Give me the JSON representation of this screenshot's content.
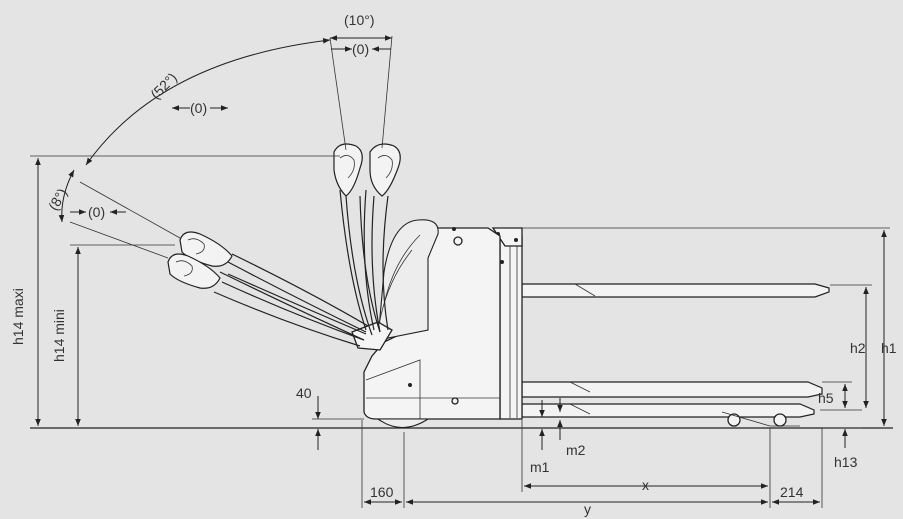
{
  "labels": {
    "angle_tiller_top": "(10°)",
    "angle_swing": "(52°)",
    "angle_tiller_low": "(8°)",
    "zero_top": "(0)",
    "zero_arc": "(0)",
    "zero_low": "(0)",
    "h14_maxi": "h14 maxi",
    "h14_mini": "h14 mini",
    "ground_clearance": "40",
    "h2": "h2",
    "h1": "h1",
    "h5": "h5",
    "h13": "h13",
    "m1": "m1",
    "m2": "m2",
    "x": "x",
    "y": "y",
    "rear_overhang": "160",
    "fork_tip": "214"
  },
  "colors": {
    "background": "#e4e4e4",
    "line": "#222222",
    "fill": "#f4f4f4"
  }
}
